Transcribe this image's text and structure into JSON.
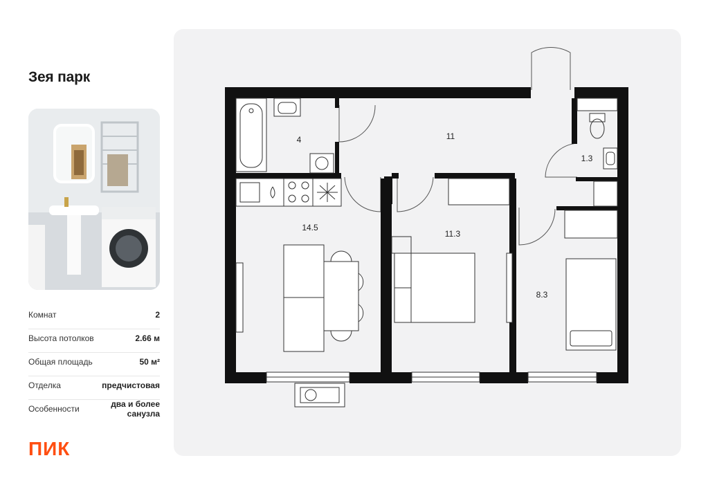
{
  "project": {
    "title": "Зея парк"
  },
  "photo": {
    "icon": "bathroom-photo"
  },
  "specs": [
    {
      "label": "Комнат",
      "value": "2"
    },
    {
      "label": "Высота потолков",
      "value": "2.66 м"
    },
    {
      "label": "Общая площадь",
      "value": "50 м²"
    },
    {
      "label": "Отделка",
      "value": "предчистовая"
    },
    {
      "label": "Особенности",
      "value": "два и более санузла"
    }
  ],
  "brand": {
    "logo_text": "ПИК",
    "color": "#ff4f12"
  },
  "plan": {
    "rooms": [
      {
        "id": "bathroom",
        "area": "4"
      },
      {
        "id": "hallway",
        "area": "11"
      },
      {
        "id": "toilet",
        "area": "1.3"
      },
      {
        "id": "kitchen",
        "area": "14.5"
      },
      {
        "id": "bedroom-1",
        "area": "11.3"
      },
      {
        "id": "bedroom-2",
        "area": "8.3"
      }
    ]
  }
}
